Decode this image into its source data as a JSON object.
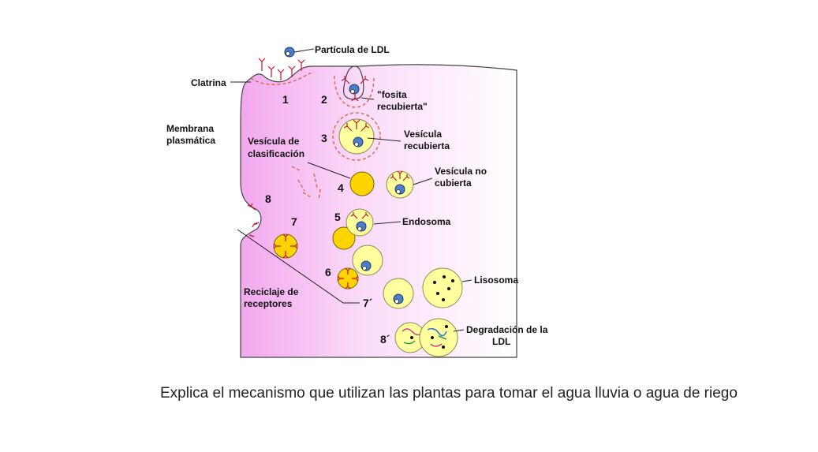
{
  "diagram": {
    "labels": {
      "ldl_particle": "Partícula de LDL",
      "clathrin": "Clatrina",
      "coated_pit_1": "\"fosita",
      "coated_pit_2": "recubierta\"",
      "membrane_1": "Membrana",
      "membrane_2": "plasmática",
      "sorting_vesicle_1": "Vesícula de",
      "sorting_vesicle_2": "clasificación",
      "coated_vesicle_1": "Vesícula",
      "coated_vesicle_2": "recubierta",
      "uncoated_vesicle_1": "Vesícula no",
      "uncoated_vesicle_2": "cubierta",
      "endosome": "Endosoma",
      "lysosome": "Lisosoma",
      "recycling_1": "Reciclaje de",
      "recycling_2": "receptores",
      "degradation_1": "Degradación de la",
      "degradation_2": "LDL"
    },
    "steps": {
      "s1": "1",
      "s2": "2",
      "s3": "3",
      "s4": "4",
      "s5": "5",
      "s6": "6",
      "s7": "7",
      "s8": "8",
      "s7p": "7´",
      "s8p": "8´"
    },
    "colors": {
      "cytoplasm": "#f4b6f0",
      "vesicle": "#ffff9e",
      "receptor": "#c8102e",
      "ldl": "#4c7fc9"
    }
  },
  "caption": "Explica el mecanismo que utilizan las plantas para tomar el agua lluvia o agua de riego"
}
